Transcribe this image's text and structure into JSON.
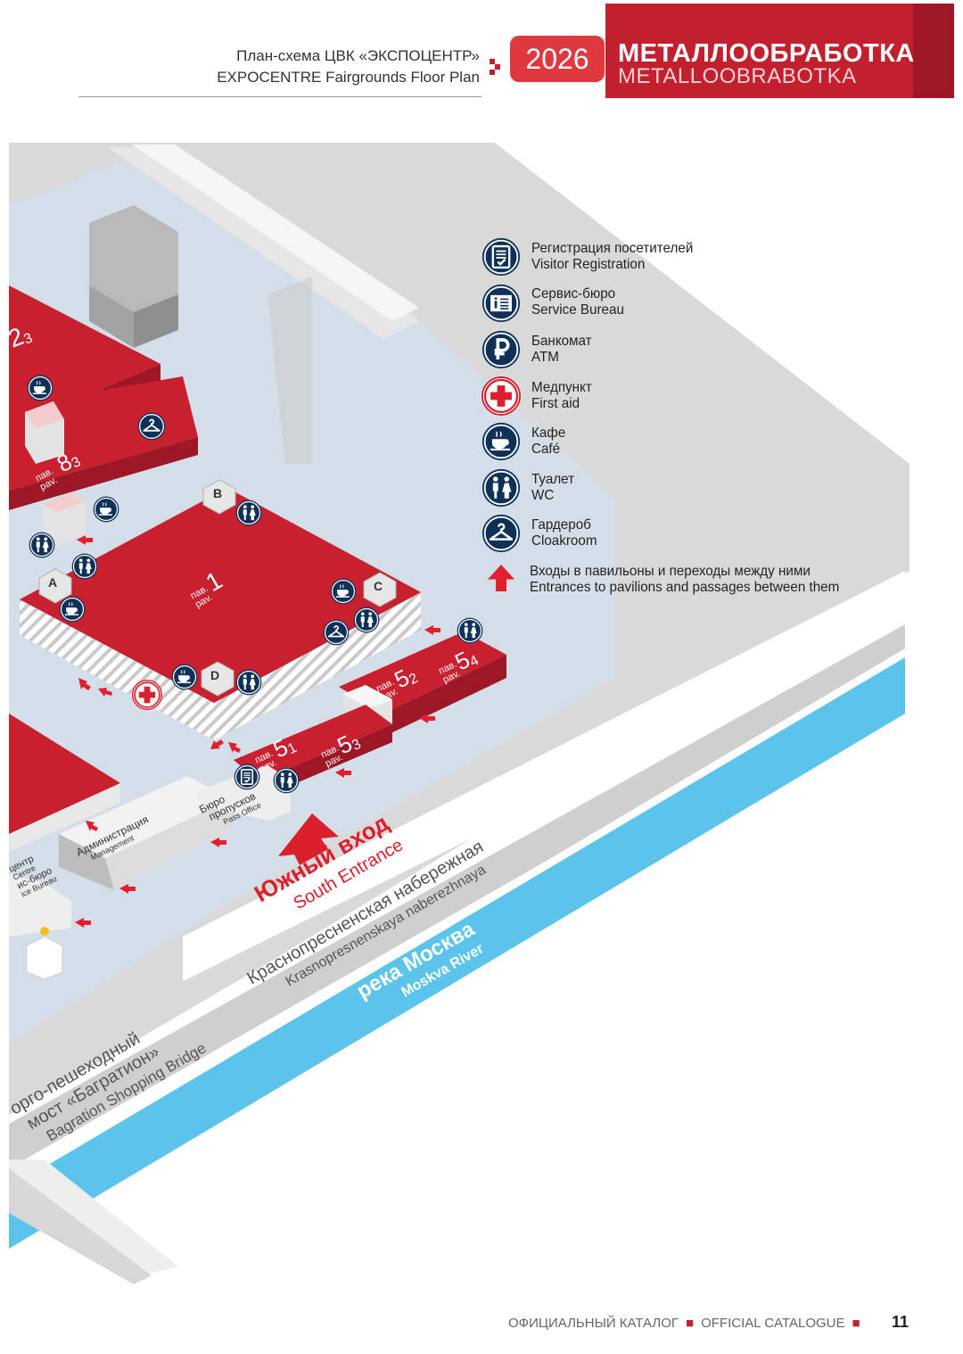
{
  "header": {
    "title_ru": "План-схема ЦВК «ЭКСПОЦЕНТР»",
    "title_en": "EXPOCENTRE Fairgrounds Floor Plan",
    "year": "2026",
    "event_ru": "МЕТАЛЛООБРАБОТКА",
    "event_en": "METALLOOBRABOTKA"
  },
  "colors": {
    "brand_red": "#c3202f",
    "pavilion_red": "#c8202f",
    "icon_navy": "#0f3057",
    "river_blue": "#5cc4ea",
    "ground_blue": "#d4dee8"
  },
  "legend": [
    {
      "icon": "registration-icon",
      "ru": "Регистрация посетителей",
      "en": "Visitor Registration"
    },
    {
      "icon": "service-bureau-icon",
      "ru": "Сервис-бюро",
      "en": "Service Bureau"
    },
    {
      "icon": "atm-icon",
      "ru": "Банкомат",
      "en": "ATM"
    },
    {
      "icon": "first-aid-icon",
      "ru": "Медпункт",
      "en": "First aid"
    },
    {
      "icon": "cafe-icon",
      "ru": "Кафе",
      "en": "Café"
    },
    {
      "icon": "wc-icon",
      "ru": "Туалет",
      "en": "WC"
    },
    {
      "icon": "cloakroom-icon",
      "ru": "Гардероб",
      "en": "Cloakroom"
    },
    {
      "icon": "entrance-arrow-icon",
      "ru": "Входы в павильоны и переходы между ними",
      "en": "Entrances to pavilions and passages between them"
    }
  ],
  "map": {
    "pavilions": {
      "p1": {
        "prefix_ru": "пав.",
        "prefix_en": "pav.",
        "number": "1"
      },
      "p2": {
        "number": "2",
        "sub": "3"
      },
      "p8": {
        "prefix_ru": "пав.",
        "prefix_en": "pav.",
        "number": "8",
        "sub": "3"
      },
      "p52": {
        "prefix_ru": "пав.",
        "prefix_en": "pav.",
        "number": "5",
        "sub": "2"
      },
      "p54": {
        "prefix_ru": "пав.",
        "prefix_en": "pav.",
        "number": "5",
        "sub": "4"
      },
      "p51": {
        "prefix_ru": "пав.",
        "prefix_en": "pav.",
        "number": "5",
        "sub": "1"
      },
      "p53": {
        "prefix_ru": "пав.",
        "prefix_en": "pav.",
        "number": "5",
        "sub": "3"
      }
    },
    "corner_labels": [
      "A",
      "B",
      "C",
      "D"
    ],
    "buildings": {
      "management_ru": "Администрация",
      "management_en": "Management",
      "pass_office_ru1": "Бюро",
      "pass_office_ru2": "пропусков",
      "pass_office_en": "Pass Office",
      "centre_ru": "центр",
      "centre_en": "Centre",
      "service_bureau_ru": "ис-бюро",
      "service_bureau_en": "ice Bureau"
    },
    "south_entrance_ru": "Южный вход",
    "south_entrance_en": "South Entrance",
    "embankment_ru": "Краснопресненская набережная",
    "embankment_en": "Krasnopresnenskaya naberezhnaya",
    "river_ru": "река Москва",
    "river_en": "Moskva River",
    "bridge_ru1": "орго-пешеходный",
    "bridge_ru2": "мост «Багратион»",
    "bridge_en": "Bagration Shopping Bridge"
  },
  "footer": {
    "catalogue_ru": "ОФИЦИАЛЬНЫЙ КАТАЛОГ",
    "catalogue_en": "OFFICIAL CATALOGUE",
    "page_number": "11"
  }
}
